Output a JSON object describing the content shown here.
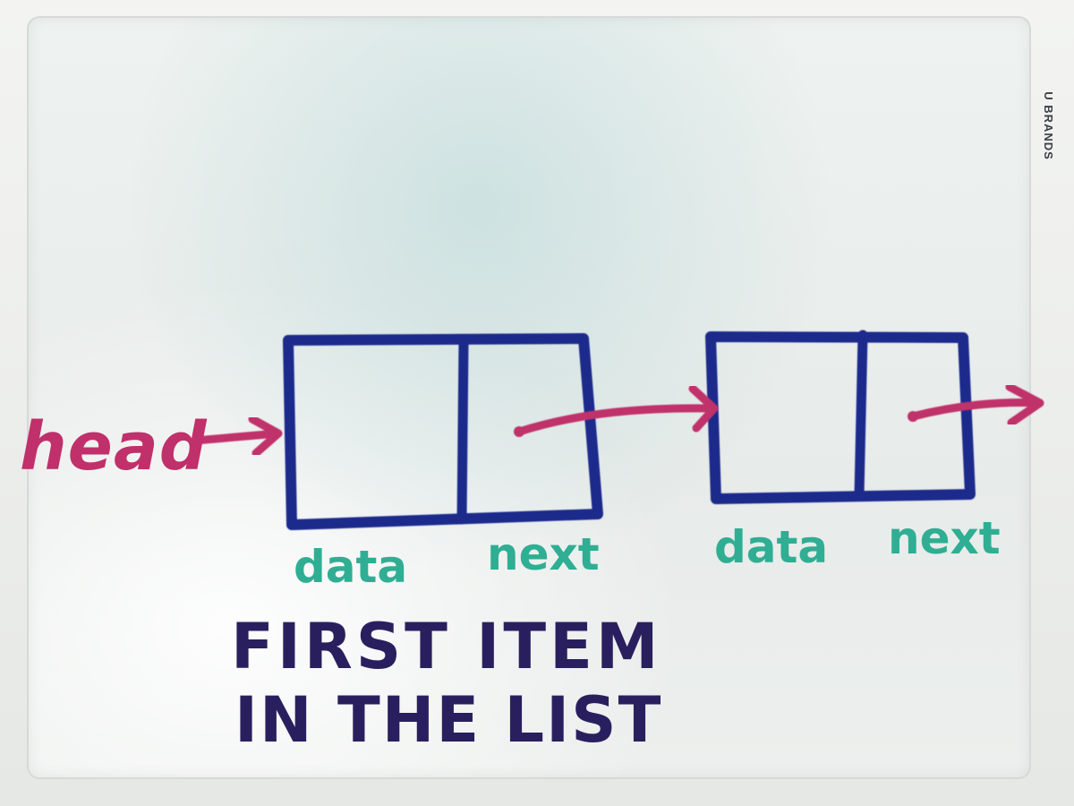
{
  "board": {
    "brand_text": "U BRANDS"
  },
  "diagram": {
    "head_label": "head",
    "nodes": [
      {
        "data_label": "data",
        "next_label": "next"
      },
      {
        "data_label": "data",
        "next_label": "next"
      }
    ],
    "caption_line1": "FIRST ITEM",
    "caption_line2": "IN THE LIST"
  },
  "colors": {
    "box_stroke": "#1f2a8c",
    "arrow": "#c0306a",
    "field_label": "#2fae93",
    "caption": "#2a1f5e"
  }
}
